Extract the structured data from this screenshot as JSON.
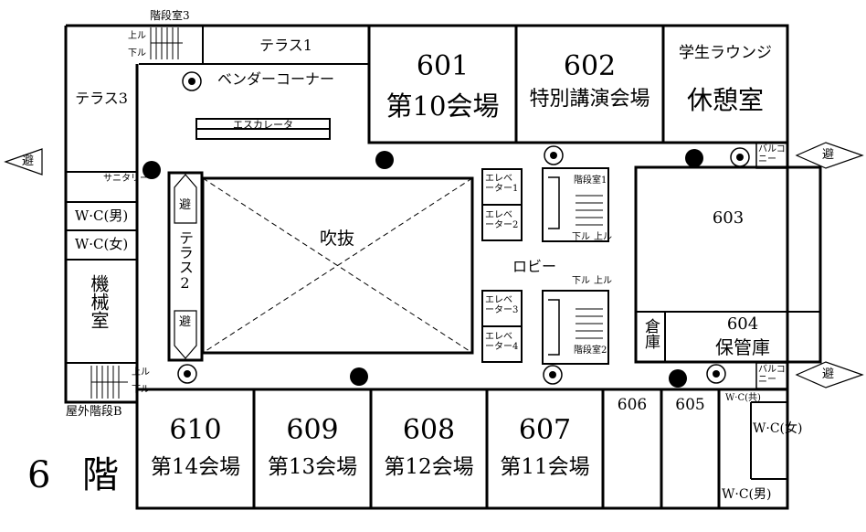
{
  "floor": {
    "number": "6",
    "kanji": "階"
  },
  "evac_mark": "避",
  "rooms": {
    "r601": {
      "number": "601",
      "name": "第10会場"
    },
    "r602": {
      "number": "602",
      "name": "特別講演会場"
    },
    "lounge": {
      "title": "学生ラウンジ",
      "name": "休憩室"
    },
    "r603": {
      "number": "603"
    },
    "r604": {
      "number": "604",
      "name": "保管庫"
    },
    "storage": "倉庫",
    "r606": {
      "number": "606"
    },
    "r605": {
      "number": "605"
    },
    "r607": {
      "number": "607",
      "name": "第11会場"
    },
    "r608": {
      "number": "608",
      "name": "第12会場"
    },
    "r609": {
      "number": "609",
      "name": "第13会場"
    },
    "r610": {
      "number": "610",
      "name": "第14会場"
    }
  },
  "areas": {
    "terrace1": "テラス1",
    "terrace2": "テラス2",
    "terrace3": "テラス3",
    "vendor_corner": "ベンダーコーナー",
    "escalator": "エスカレータ",
    "atrium": "吹抜",
    "lobby": "ロビー",
    "sanitary": "サニタリー",
    "wc_male": "W·C(男)",
    "wc_female": "W·C(女)",
    "machine_room": "機械室",
    "balcony": "バルコニー",
    "wc_multi": "W·C(共)",
    "wc_female_e": "W·C(女)",
    "wc_male_e": "W·C(男)"
  },
  "stairs": {
    "stair1": "階段室1",
    "stair2": "階段室2",
    "stair3": "階段室3",
    "outdoor_b": "屋外階段B",
    "up": "上ル",
    "down": "下ル"
  },
  "elevators": [
    "エレベーター1",
    "エレベーター2",
    "エレベーター3",
    "エレベーター4"
  ]
}
